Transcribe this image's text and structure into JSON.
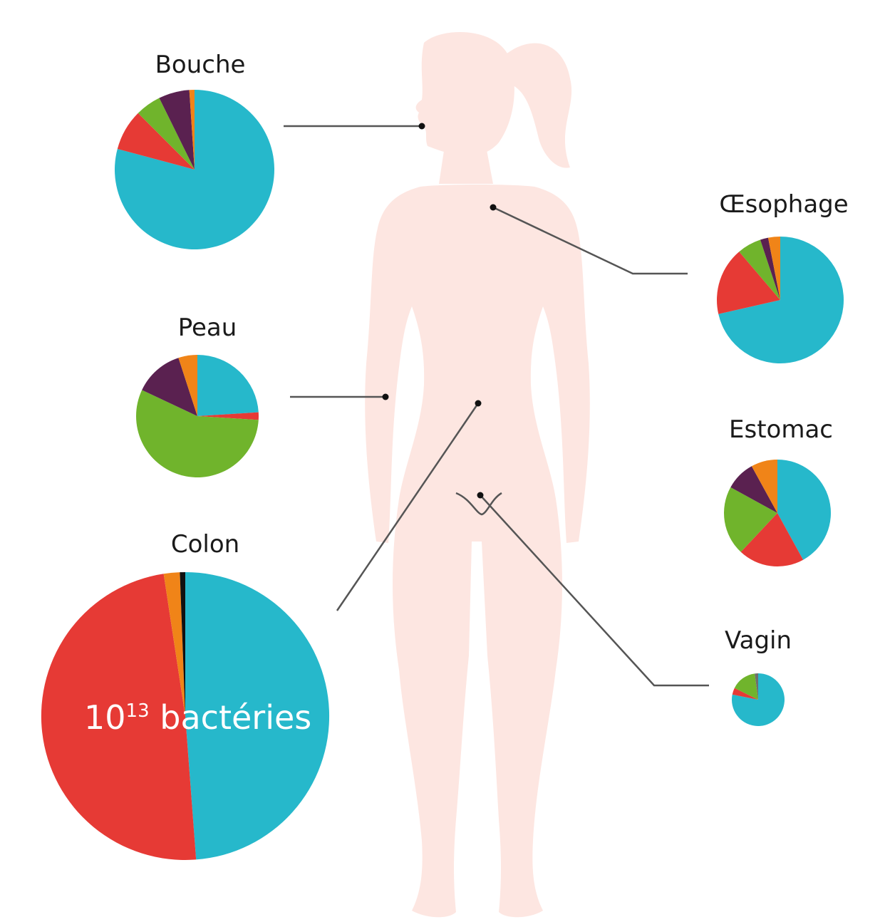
{
  "colors": {
    "body": "#fde6e1",
    "taxa": [
      "#26b8cb",
      "#e63a35",
      "#70b42c",
      "#5a2150",
      "#f08418",
      "#111111",
      "#6e6e6e"
    ]
  },
  "chart_data": [
    {
      "type": "pie",
      "title": "Bouche",
      "values": [
        76,
        8,
        5,
        6,
        1,
        0,
        0
      ]
    },
    {
      "type": "pie",
      "title": "Œsophage",
      "values": [
        70,
        17,
        6,
        2,
        3,
        0,
        0
      ]
    },
    {
      "type": "pie",
      "title": "Peau",
      "values": [
        24,
        2,
        56,
        13,
        5,
        0,
        0
      ]
    },
    {
      "type": "pie",
      "title": "Estomac",
      "values": [
        42,
        20,
        21,
        9,
        8,
        0,
        0
      ]
    },
    {
      "type": "pie",
      "title": "Colon",
      "values": [
        48.8,
        48.8,
        0,
        0,
        1.8,
        0.6,
        0
      ],
      "annotation": {
        "base": "10",
        "exponent": "13",
        "text": " bactéries"
      }
    },
    {
      "type": "pie",
      "title": "Vagin",
      "values": [
        75,
        4,
        15,
        0,
        0,
        0,
        2
      ]
    }
  ]
}
